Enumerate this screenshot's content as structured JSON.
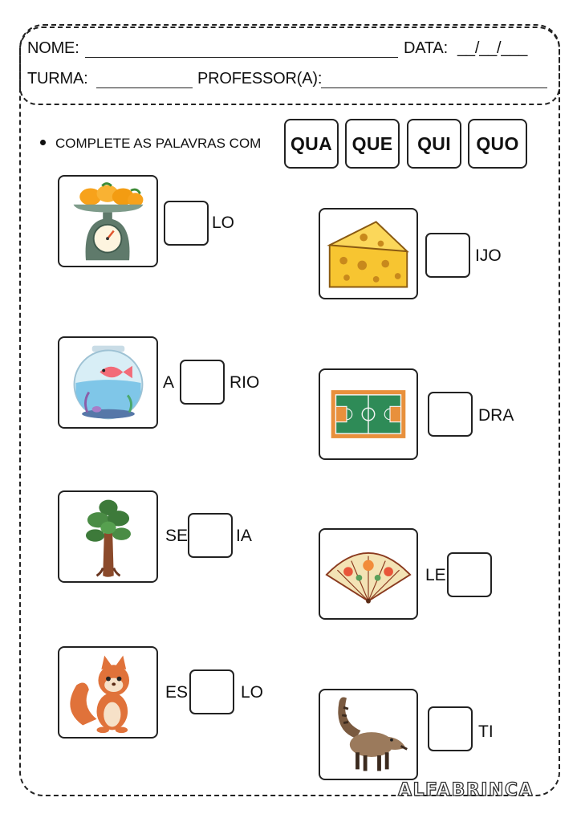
{
  "header": {
    "name_label": "NOME:",
    "date_label": "DATA:",
    "date_blank": "__/__/___",
    "class_label": "TURMA:",
    "teacher_label": "PROFESSOR(A):"
  },
  "instruction": "COMPLETE AS PALAVRAS COM",
  "syllables": [
    "QUA",
    "QUE",
    "QUI",
    "QUO"
  ],
  "exercises": [
    {
      "image": "scale-with-oranges",
      "before": "",
      "after": "LO"
    },
    {
      "image": "cheese",
      "before": "",
      "after": "IJO"
    },
    {
      "image": "aquarium",
      "before": "A",
      "after": "RIO"
    },
    {
      "image": "basketball-court",
      "before": "",
      "after": "DRA"
    },
    {
      "image": "sequoia-tree",
      "before": "SE",
      "after": "IA"
    },
    {
      "image": "hand-fan",
      "before": "LE",
      "after": ""
    },
    {
      "image": "squirrel",
      "before": "ES",
      "after": "LO"
    },
    {
      "image": "coati",
      "before": "",
      "after": "TI"
    }
  ],
  "brand": "ALFABRINCA",
  "colors": {
    "border": "#222222",
    "orange": "#f5a623",
    "cheese": "#f7c531",
    "court": "#2e8b57"
  }
}
